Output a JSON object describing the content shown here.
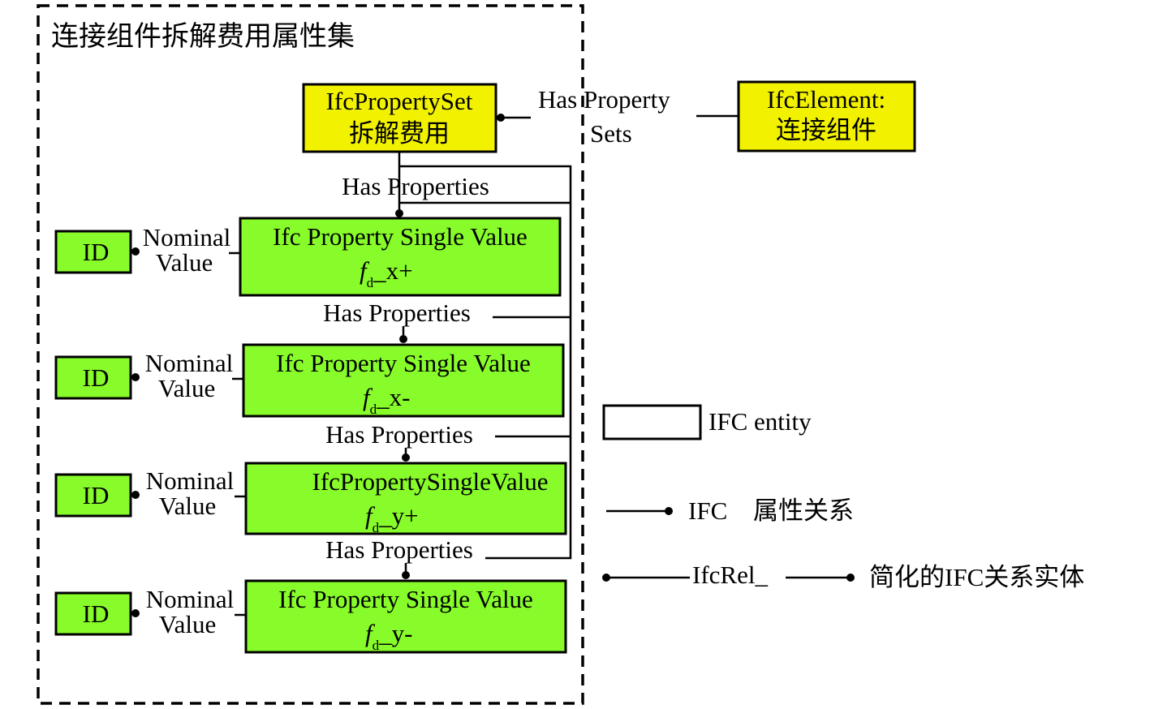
{
  "title": "连接组件拆解费用属性集",
  "pset": {
    "line1": "IfcPropertySet",
    "line2": "拆解费用"
  },
  "rel_pset": {
    "line1": "Has Property",
    "line2": "Sets"
  },
  "element": {
    "line1": "IfcElement:",
    "line2": "连接组件"
  },
  "has_properties": "Has Properties",
  "properties": [
    {
      "title": "Ifc Property Single Value",
      "f": "f",
      "sub": "d",
      "suffix": "_x+",
      "id": "ID",
      "nominal": "Nominal",
      "value": "Value"
    },
    {
      "title": "Ifc Property Single Value",
      "f": "f",
      "sub": "d",
      "suffix": "_x-",
      "id": "ID",
      "nominal": "Nominal",
      "value": "Value"
    },
    {
      "title": "IfcPropertySingleValue",
      "f": "f",
      "sub": "d",
      "suffix": "_y+",
      "id": "ID",
      "nominal": "Nominal",
      "value": "Value"
    },
    {
      "title": "Ifc Property Single Value",
      "f": "f",
      "sub": "d",
      "suffix": "_y-",
      "id": "ID",
      "nominal": "Nominal",
      "value": "Value"
    }
  ],
  "legend": {
    "entity": "IFC entity",
    "prop_rel_a": "IFC",
    "prop_rel_b": "属性关系",
    "rel_mid": "IfcRel_",
    "rel_label": "简化的IFC关系实体"
  },
  "colors": {
    "yellow": "#F2F200",
    "green": "#88FC2A"
  }
}
